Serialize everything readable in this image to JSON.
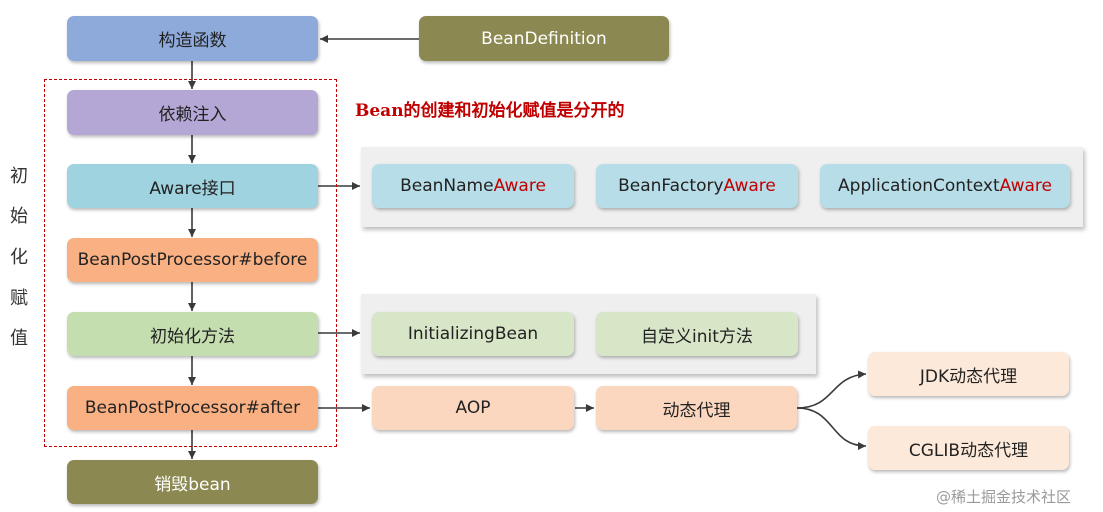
{
  "main_flow": {
    "constructor": "构造函数",
    "dependency_injection": "依赖注入",
    "aware_interface": "Aware接口",
    "post_before": "BeanPostProcessor#before",
    "init_method": "初始化方法",
    "post_after": "BeanPostProcessor#after",
    "destroy": "销毁bean"
  },
  "bean_definition": "BeanDefinition",
  "note": "Bean的创建和初始化赋值是分开的",
  "side_label": [
    "初",
    "始",
    "化",
    "赋",
    "值"
  ],
  "aware_items": [
    {
      "prefix": "BeanName",
      "suffix": "Aware"
    },
    {
      "prefix": "BeanFactory",
      "suffix": "Aware"
    },
    {
      "prefix": "ApplicationContext",
      "suffix": "Aware"
    }
  ],
  "init_items": [
    "InitializingBean",
    "自定义init方法"
  ],
  "proxy_flow": {
    "aop": "AOP",
    "dynamic_proxy": "动态代理",
    "jdk_proxy": "JDK动态代理",
    "cglib_proxy": "CGLIB动态代理"
  },
  "watermark": "@稀土掘金技术社区",
  "colors": {
    "constructor": "#8eaadb",
    "dependency_injection": "#b4a7d6",
    "aware": "#9fd3e0",
    "post_processor": "#f9b183",
    "init": "#c5deb0",
    "destroy": "#8c8851",
    "bean_definition": "#8c8851",
    "aware_items": "#b7dde8",
    "init_items": "#d8e6c8",
    "proxy": "#fbd7bf",
    "proxy_light": "#fde9d9",
    "dashed_border": "#c00000",
    "accent_text": "#c00000"
  }
}
